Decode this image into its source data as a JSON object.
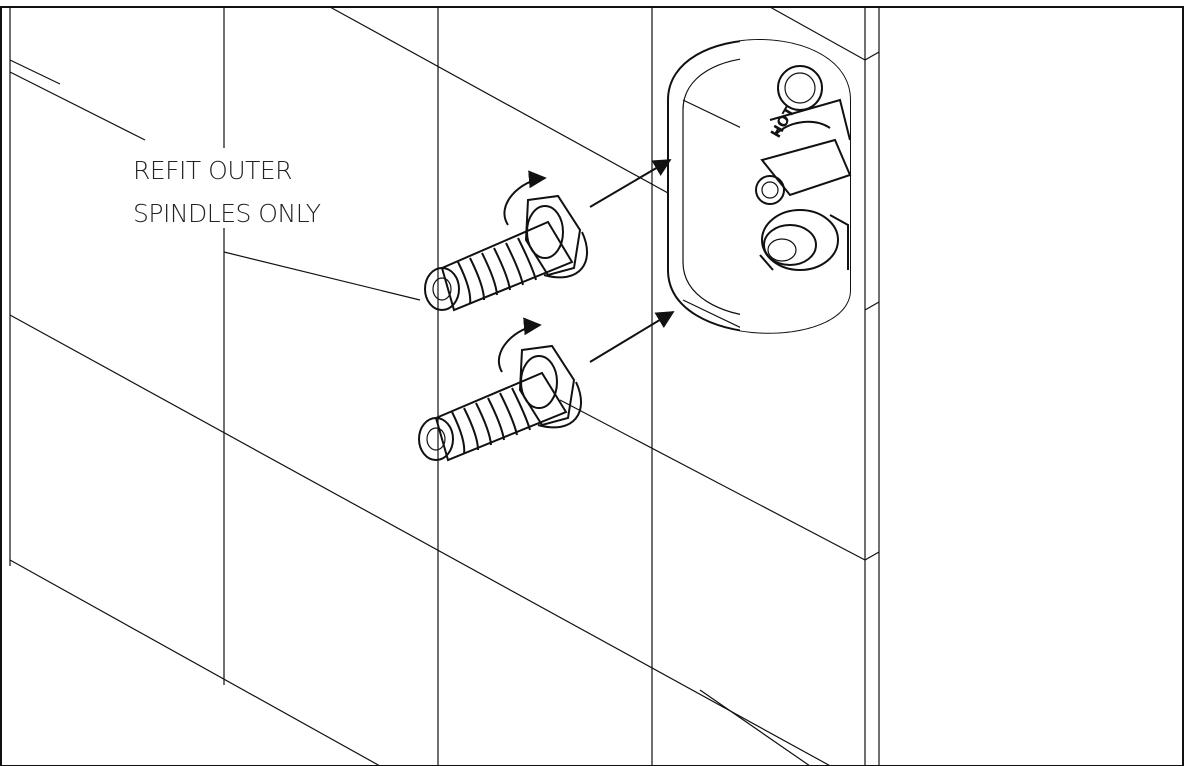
{
  "diagram": {
    "callout_line_1": "REFIT OUTER",
    "callout_line_2": "SPINDLES ONLY",
    "valve_marking": "HOT",
    "spindle_count": 2,
    "icons": [
      "rotate-arrow-icon",
      "insert-arrow-icon"
    ]
  },
  "colors": {
    "line": "#111111",
    "background": "#ffffff",
    "wall_hole_fill": "#ffffff"
  }
}
